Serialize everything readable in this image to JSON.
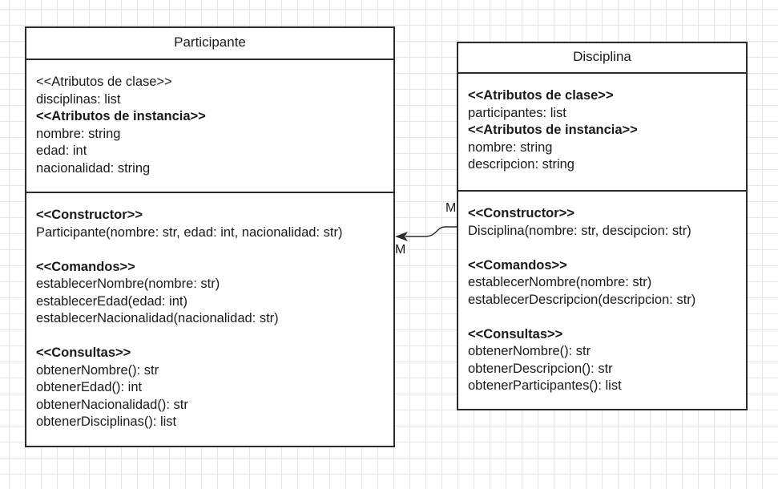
{
  "participante": {
    "name": "Participante",
    "attributes": [
      {
        "text": "<<Atributos de clase>>",
        "bold": false
      },
      {
        "text": "disciplinas: list",
        "bold": false
      },
      {
        "text": "<<Atributos de instancia>>",
        "bold": true
      },
      {
        "text": "nombre: string",
        "bold": false
      },
      {
        "text": "edad: int",
        "bold": false
      },
      {
        "text": "nacionalidad: string",
        "bold": false
      }
    ],
    "methods": [
      {
        "text": "<<Constructor>>",
        "bold": true
      },
      {
        "text": "Participante(nombre: str, edad: int, nacionalidad: str)",
        "bold": false
      },
      {
        "text": "",
        "bold": false
      },
      {
        "text": "<<Comandos>>",
        "bold": true
      },
      {
        "text": "establecerNombre(nombre: str)",
        "bold": false
      },
      {
        "text": "establecerEdad(edad: int)",
        "bold": false
      },
      {
        "text": "establecerNacionalidad(nacionalidad: str)",
        "bold": false
      },
      {
        "text": "",
        "bold": false
      },
      {
        "text": "<<Consultas>>",
        "bold": true
      },
      {
        "text": "obtenerNombre(): str",
        "bold": false
      },
      {
        "text": "obtenerEdad(): int",
        "bold": false
      },
      {
        "text": "obtenerNacionalidad(): str",
        "bold": false
      },
      {
        "text": "obtenerDisciplinas(): list",
        "bold": false
      }
    ]
  },
  "disciplina": {
    "name": "Disciplina",
    "attributes": [
      {
        "text": "<<Atributos de clase>>",
        "bold": true
      },
      {
        "text": "participantes: list",
        "bold": false
      },
      {
        "text": "<<Atributos de instancia>>",
        "bold": true
      },
      {
        "text": "nombre: string",
        "bold": false
      },
      {
        "text": "descripcion: string",
        "bold": false
      }
    ],
    "methods": [
      {
        "text": "<<Constructor>>",
        "bold": true
      },
      {
        "text": "Disciplina(nombre: str, descipcion: str)",
        "bold": false
      },
      {
        "text": "",
        "bold": false
      },
      {
        "text": "<<Comandos>>",
        "bold": true
      },
      {
        "text": "establecerNombre(nombre: str)",
        "bold": false
      },
      {
        "text": "establecerDescripcion(descripcion: str)",
        "bold": false
      },
      {
        "text": "",
        "bold": false
      },
      {
        "text": "<<Consultas>>",
        "bold": true
      },
      {
        "text": "obtenerNombre(): str",
        "bold": false
      },
      {
        "text": "obtenerDescripcion(): str",
        "bold": false
      },
      {
        "text": "obtenerParticipantes(): list",
        "bold": false
      }
    ]
  },
  "association": {
    "multiplicity_participante": "M",
    "multiplicity_disciplina": "M",
    "line_color": "#2b2b2b"
  }
}
